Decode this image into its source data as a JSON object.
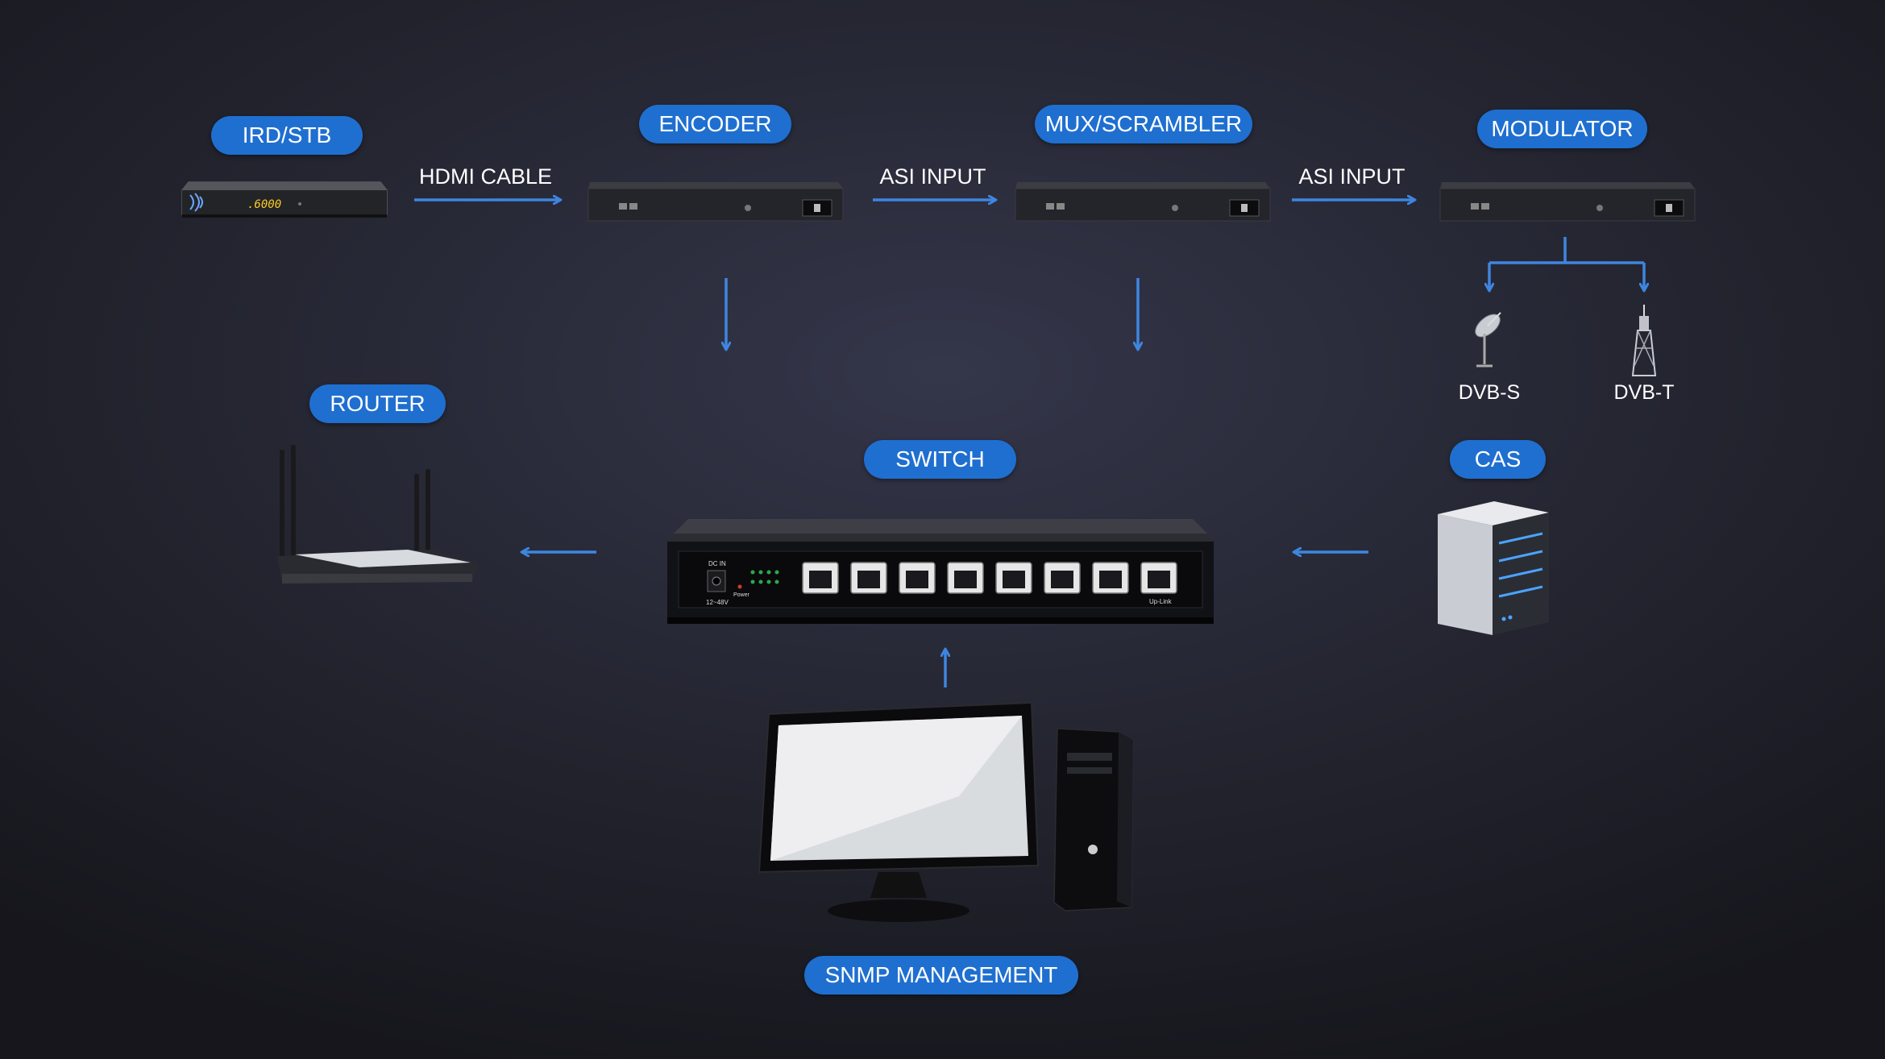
{
  "colors": {
    "background": "#23242f",
    "badge": "#1f6fd0",
    "arrow": "#3e86e0",
    "text": "#ffffff"
  },
  "badges": {
    "ird_stb": "IRD/STB",
    "encoder": "ENCODER",
    "mux_scrambler": "MUX/SCRAMBLER",
    "modulator": "MODULATOR",
    "router": "ROUTER",
    "switch": "SWITCH",
    "cas": "CAS",
    "snmp": "SNMP MANAGEMENT"
  },
  "links": {
    "hdmi_cable": "HDMI CABLE",
    "asi_input_1": "ASI INPUT",
    "asi_input_2": "ASI INPUT"
  },
  "outputs": {
    "dvb_s": "DVB-S",
    "dvb_t": "DVB-T"
  },
  "device_text": {
    "stb_display": ".6000",
    "switch_dc_in": "DC IN",
    "switch_voltage": "12~48V",
    "switch_power": "Power",
    "switch_uplink": "Up-Link"
  },
  "icons": [
    "stb-device-icon",
    "rack-unit-icon",
    "router-icon",
    "switch-icon",
    "server-icon",
    "desktop-computer-icon",
    "satellite-dish-icon",
    "transmission-tower-icon",
    "arrow-icon"
  ]
}
